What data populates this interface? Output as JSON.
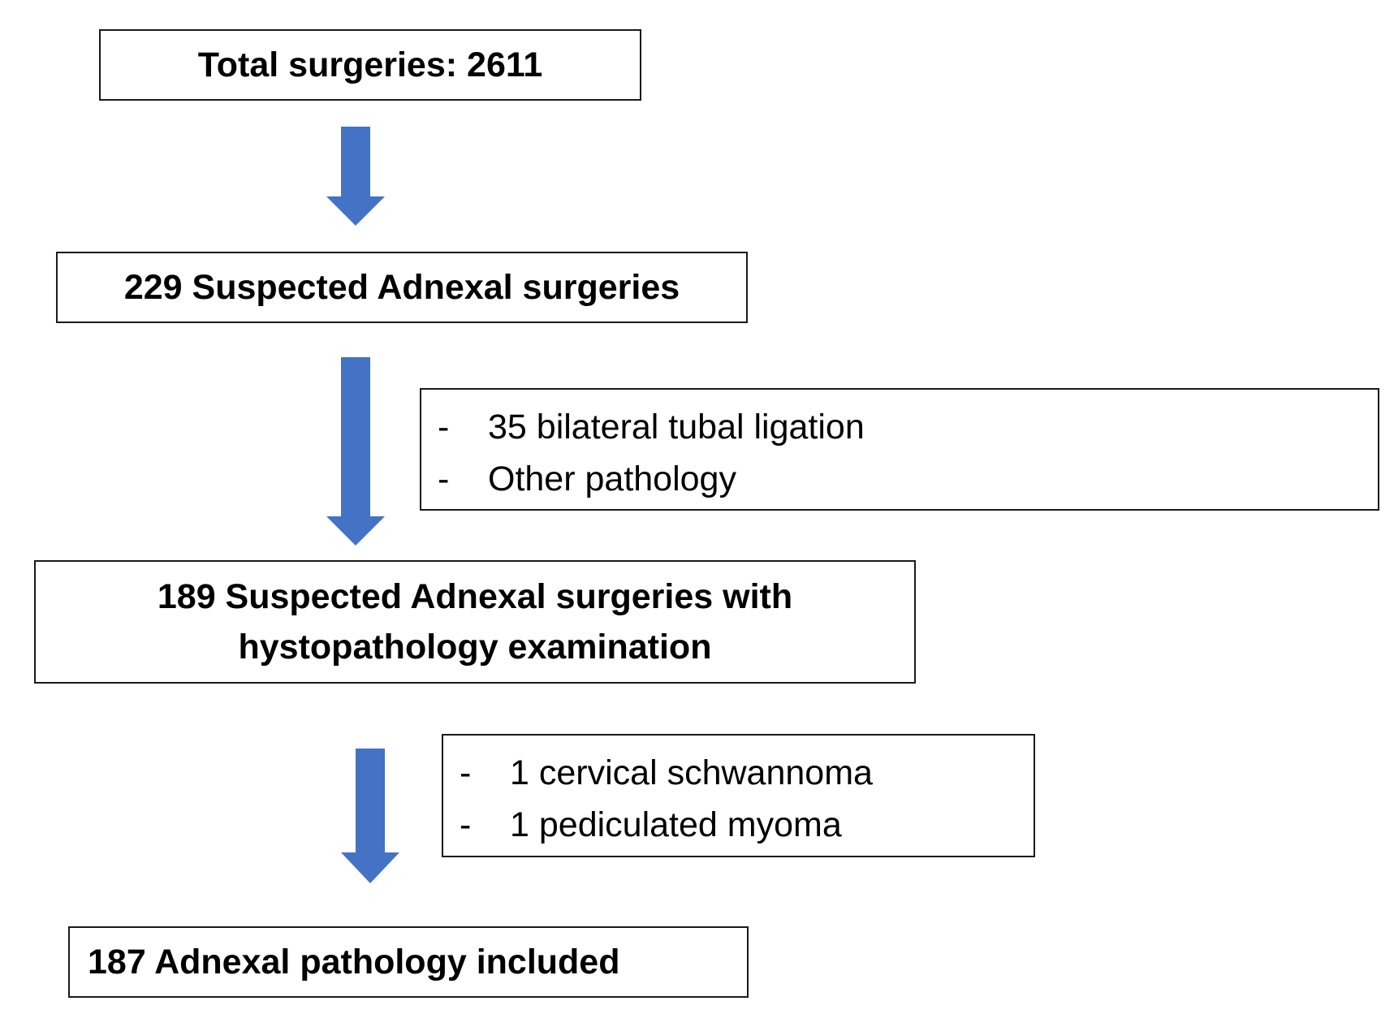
{
  "flowchart": {
    "boxes": [
      {
        "id": "total",
        "text": "Total surgeries: 2611"
      },
      {
        "id": "suspected",
        "text": "229 Suspected Adnexal surgeries"
      },
      {
        "id": "histo",
        "lines": [
          "189 Suspected Adnexal surgeries with",
          "hystopathology examination"
        ]
      },
      {
        "id": "included",
        "text": "187 Adnexal pathology included"
      }
    ],
    "exclusions": [
      {
        "id": "excl1",
        "items": [
          "35 bilateral tubal ligation",
          "Other pathology"
        ]
      },
      {
        "id": "excl2",
        "items": [
          "1 cervical schwannoma",
          "1 pediculated myoma"
        ]
      }
    ],
    "bullet_symbol": "-",
    "colors": {
      "arrow": "#4472c4",
      "border": "#1a1a1a",
      "text": "#000000",
      "background": "#ffffff"
    }
  }
}
